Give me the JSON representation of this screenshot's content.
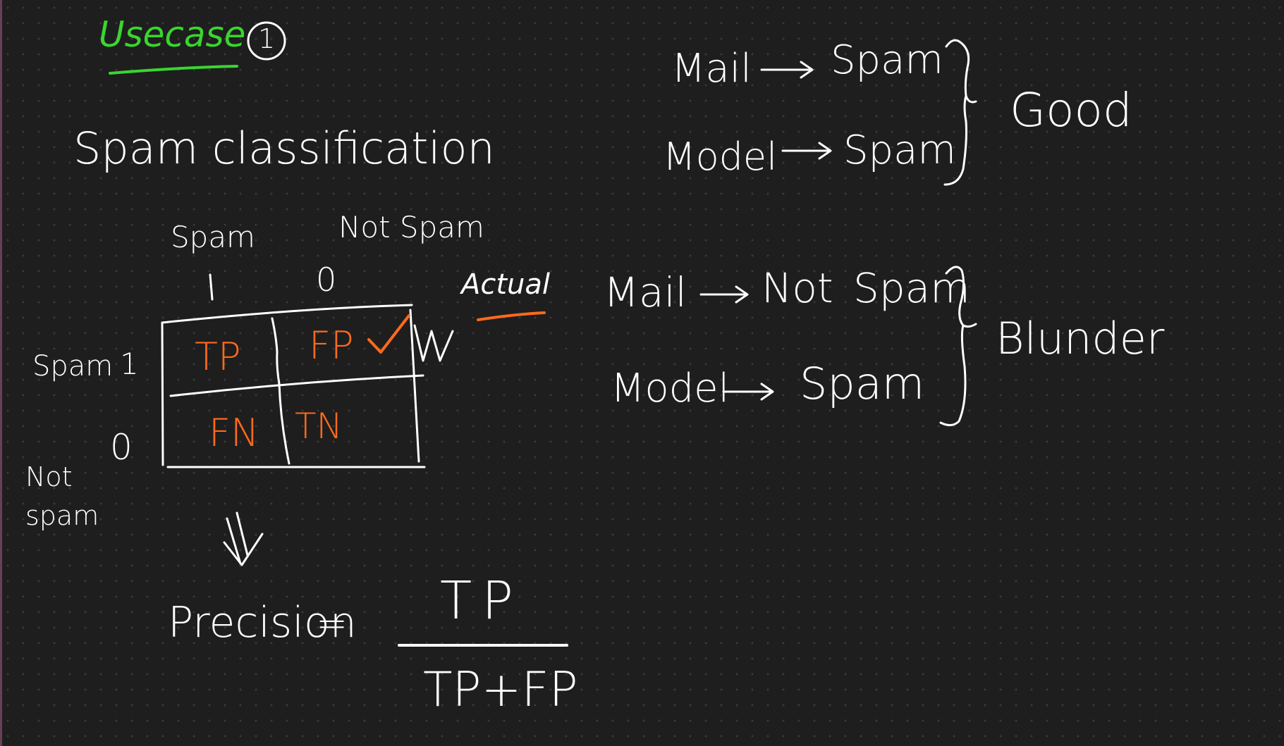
{
  "usecase": {
    "label": "Usecase",
    "number": "1"
  },
  "heading": "Spam classification",
  "matrix": {
    "col_headers": [
      {
        "name": "Spam",
        "value": "1"
      },
      {
        "name": "Not Spam",
        "value": "0"
      }
    ],
    "actual_label": "Actual",
    "row_headers": [
      {
        "name": "Spam",
        "value": "1"
      },
      {
        "name": "Not spam",
        "value": "0"
      }
    ],
    "cells": [
      "TP",
      "FP",
      "FN",
      "TN"
    ]
  },
  "scenario_good": {
    "line1": {
      "left": "Mail",
      "right": "Spam"
    },
    "line2": {
      "left": "Model",
      "right": "Spam"
    },
    "verdict": "Good"
  },
  "scenario_blunder": {
    "line1": {
      "left": "Mail",
      "right": "Not Spam"
    },
    "line2": {
      "left": "Model",
      "right": "Spam"
    },
    "verdict": "Blunder"
  },
  "formula": {
    "lhs": "Precision",
    "equals": "=",
    "numerator": "TP",
    "denominator": "TP+FP"
  },
  "colors": {
    "background": "#1e1e1e",
    "ink": "#ffffff",
    "highlight": "#ff6a1c",
    "title_ink": "#39d62e"
  }
}
